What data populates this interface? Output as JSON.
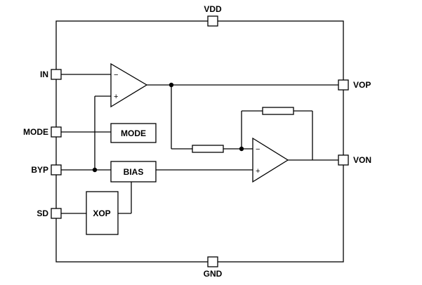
{
  "pins": {
    "vdd": "VDD",
    "gnd": "GND",
    "in": "IN",
    "mode": "MODE",
    "byp": "BYP",
    "sd": "SD",
    "vop": "VOP",
    "von": "VON"
  },
  "blocks": {
    "mode": "MODE",
    "bias": "BIAS",
    "xop": "XOP"
  },
  "amp_inputs": {
    "minus": "−",
    "plus": "+"
  }
}
